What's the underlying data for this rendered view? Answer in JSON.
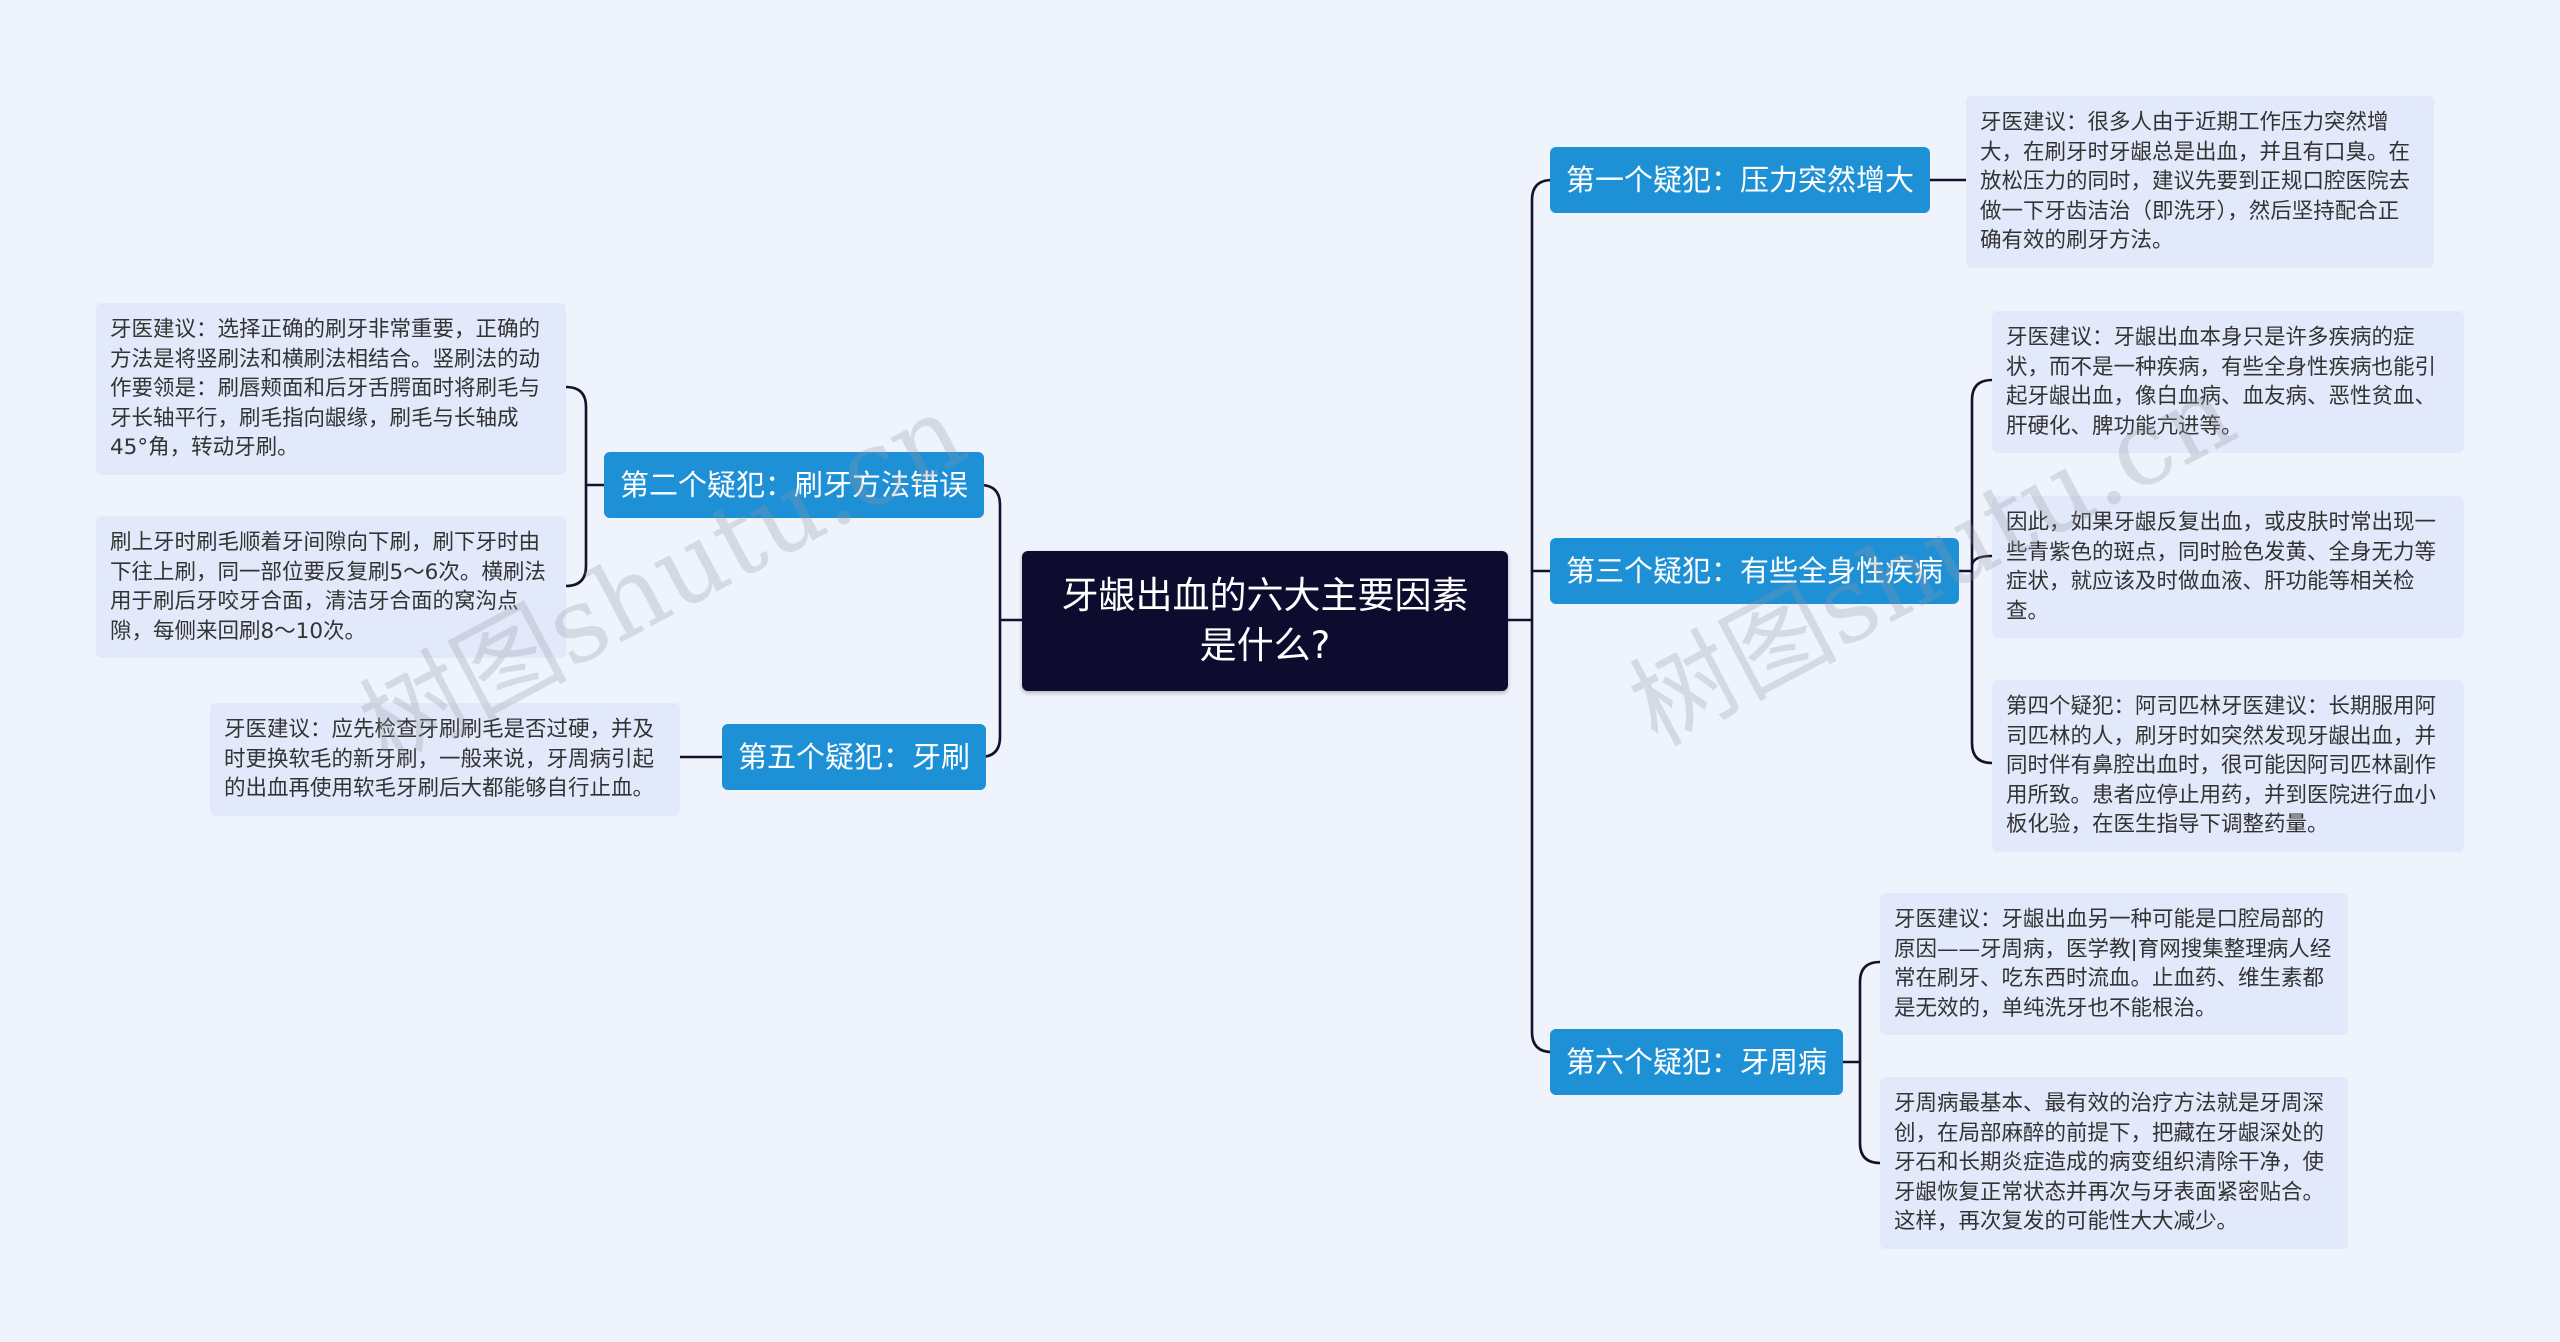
{
  "central_topic": "牙龈出血的六大主要因素是什么?",
  "branches": {
    "b1": {
      "label": "第一个疑犯：压力突然增大",
      "notes": [
        "牙医建议：很多人由于近期工作压力突然增大，在刷牙时牙龈总是出血，并且有口臭。在放松压力的同时，建议先要到正规口腔医院去做一下牙齿洁治（即洗牙），然后坚持配合正确有效的刷牙方法。"
      ]
    },
    "b2": {
      "label": "第二个疑犯：刷牙方法错误",
      "notes": [
        "牙医建议：选择正确的刷牙非常重要，正确的方法是将竖刷法和横刷法相结合。竖刷法的动作要领是：刷唇颊面和后牙舌腭面时将刷毛与牙长轴平行，刷毛指向龈缘，刷毛与长轴成45°角，转动牙刷。",
        "刷上牙时刷毛顺着牙间隙向下刷，刷下牙时由下往上刷，同一部位要反复刷5～6次。横刷法用于刷后牙咬牙合面，清洁牙合面的窝沟点隙，每侧来回刷8～10次。"
      ]
    },
    "b3": {
      "label": "第三个疑犯：有些全身性疾病",
      "notes": [
        "牙医建议：牙龈出血本身只是许多疾病的症状，而不是一种疾病，有些全身性疾病也能引起牙龈出血，像白血病、血友病、恶性贫血、肝硬化、脾功能亢进等。",
        "因此，如果牙龈反复出血，或皮肤时常出现一些青紫色的斑点，同时脸色发黄、全身无力等症状，就应该及时做血液、肝功能等相关检查。",
        "第四个疑犯：阿司匹林牙医建议：长期服用阿司匹林的人，刷牙时如突然发现牙龈出血，并同时伴有鼻腔出血时，很可能因阿司匹林副作用所致。患者应停止用药，并到医院进行血小板化验，在医生指导下调整药量。"
      ]
    },
    "b5": {
      "label": "第五个疑犯：牙刷",
      "notes": [
        "牙医建议：应先检查牙刷刷毛是否过硬，并及时更换软毛的新牙刷，一般来说，牙周病引起的出血再使用软毛牙刷后大都能够自行止血。"
      ]
    },
    "b6": {
      "label": "第六个疑犯：牙周病",
      "notes": [
        "牙医建议：牙龈出血另一种可能是口腔局部的原因——牙周病，医学教|育网搜集整理病人经常在刷牙、吃东西时流血。止血药、维生素都是无效的，单纯洗牙也不能根治。",
        "牙周病最基本、最有效的治疗方法就是牙周深创，在局部麻醉的前提下，把藏在牙龈深处的牙石和长期炎症造成的病变组织清除干净，使牙龈恢复正常状态并再次与牙表面紧密贴合。这样，再次复发的可能性大大减少。"
      ]
    }
  },
  "watermark": [
    "树图shutu.cn",
    "树图shutu.cn"
  ],
  "colors": {
    "background": "#eef3fc",
    "central_fill": "#0d0b2e",
    "branch_fill": "#1e90d6",
    "note_fill": "#e2e9fa",
    "connector": "#14102e"
  }
}
